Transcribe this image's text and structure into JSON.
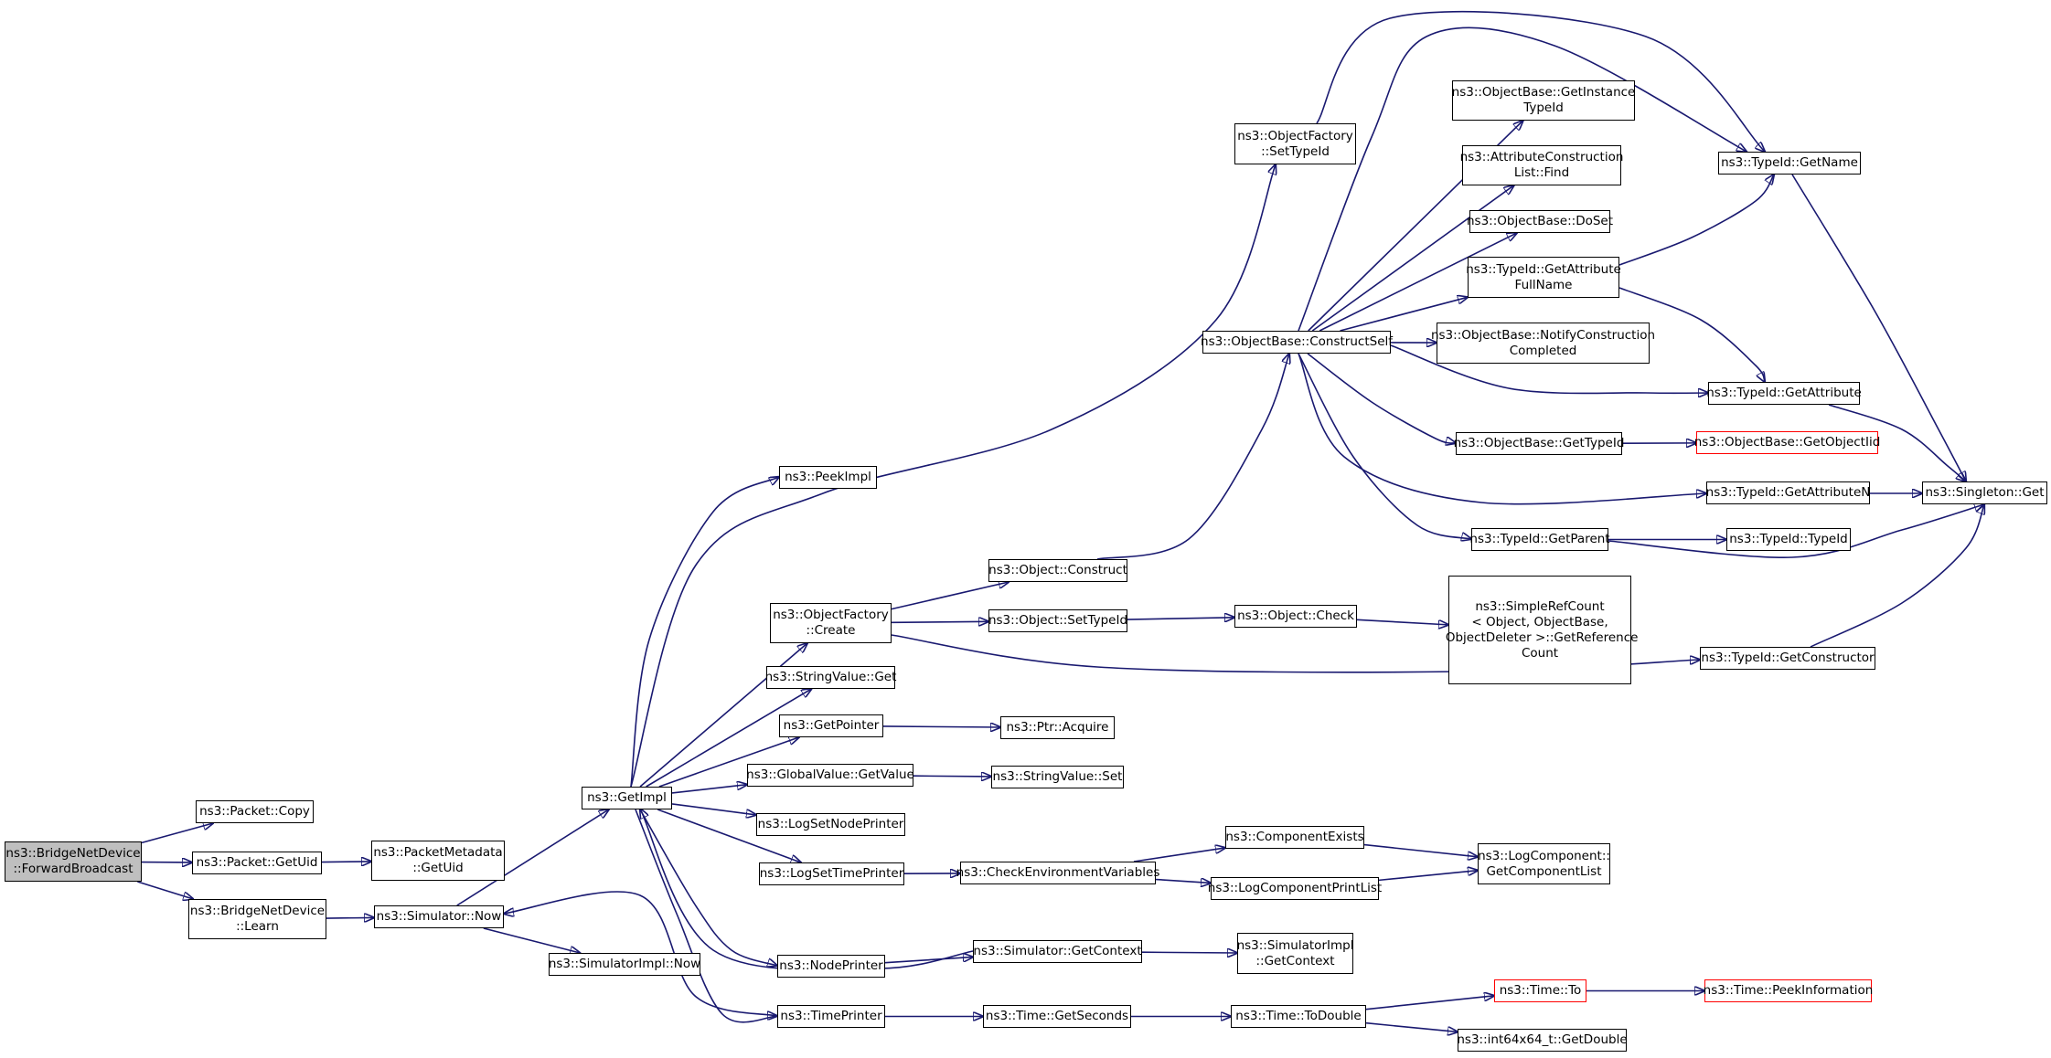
{
  "colors": {
    "edge": "#191970",
    "root_fill": "#bfbfbf",
    "truncated_border": "#ff0000"
  },
  "nodes": [
    {
      "id": "root",
      "label": "ns3::BridgeNetDevice\n::ForwardBroadcast",
      "style": "root"
    },
    {
      "id": "pcopy",
      "label": "ns3::Packet::Copy"
    },
    {
      "id": "pgetuid",
      "label": "ns3::Packet::GetUid"
    },
    {
      "id": "bnlearn",
      "label": "ns3::BridgeNetDevice\n::Learn"
    },
    {
      "id": "pmgetuid",
      "label": "ns3::PacketMetadata\n::GetUid"
    },
    {
      "id": "simnow",
      "label": "ns3::Simulator::Now"
    },
    {
      "id": "simimplnow",
      "label": "ns3::SimulatorImpl::Now"
    },
    {
      "id": "getimpl",
      "label": "ns3::GetImpl"
    },
    {
      "id": "peekimpl",
      "label": "ns3::PeekImpl"
    },
    {
      "id": "ofcreate",
      "label": "ns3::ObjectFactory\n::Create"
    },
    {
      "id": "svget",
      "label": "ns3::StringValue::Get"
    },
    {
      "id": "getptr",
      "label": "ns3::GetPointer"
    },
    {
      "id": "gvgetvalue",
      "label": "ns3::GlobalValue::GetValue"
    },
    {
      "id": "logsetnode",
      "label": "ns3::LogSetNodePrinter"
    },
    {
      "id": "logsettime",
      "label": "ns3::LogSetTimePrinter"
    },
    {
      "id": "nodeprinter",
      "label": "ns3::NodePrinter"
    },
    {
      "id": "timeprinter",
      "label": "ns3::TimePrinter"
    },
    {
      "id": "ofsettypeid",
      "label": "ns3::ObjectFactory\n::SetTypeId"
    },
    {
      "id": "objconstruct",
      "label": "ns3::Object::Construct"
    },
    {
      "id": "objsettypeid",
      "label": "ns3::Object::SetTypeId"
    },
    {
      "id": "ptracquire",
      "label": "ns3::Ptr::Acquire"
    },
    {
      "id": "svset",
      "label": "ns3::StringValue::Set"
    },
    {
      "id": "checkenv",
      "label": "ns3::CheckEnvironmentVariables"
    },
    {
      "id": "simgetctx",
      "label": "ns3::Simulator::GetContext"
    },
    {
      "id": "timegetsec",
      "label": "ns3::Time::GetSeconds"
    },
    {
      "id": "obconstructself",
      "label": "ns3::ObjectBase::ConstructSelf"
    },
    {
      "id": "objcheck",
      "label": "ns3::Object::Check"
    },
    {
      "id": "compexists",
      "label": "ns3::ComponentExists"
    },
    {
      "id": "logcompprint",
      "label": "ns3::LogComponentPrintList"
    },
    {
      "id": "simimplgetctx",
      "label": "ns3::SimulatorImpl\n::GetContext"
    },
    {
      "id": "timetodouble",
      "label": "ns3::Time::ToDouble"
    },
    {
      "id": "obgetinst",
      "label": "ns3::ObjectBase::GetInstance\nTypeId"
    },
    {
      "id": "attrconstfind",
      "label": "ns3::AttributeConstruction\nList::Find"
    },
    {
      "id": "obdoset",
      "label": "ns3::ObjectBase::DoSet"
    },
    {
      "id": "tidgetattrfull",
      "label": "ns3::TypeId::GetAttribute\nFullName"
    },
    {
      "id": "obnotify",
      "label": "ns3::ObjectBase::NotifyConstruction\nCompleted"
    },
    {
      "id": "obgettypeid",
      "label": "ns3::ObjectBase::GetTypeId"
    },
    {
      "id": "tidgetparent",
      "label": "ns3::TypeId::GetParent"
    },
    {
      "id": "simplerefcount",
      "label": "ns3::SimpleRefCount\n< Object, ObjectBase,\n ObjectDeleter >::GetReference\nCount"
    },
    {
      "id": "logcompget",
      "label": "ns3::LogComponent::\nGetComponentList"
    },
    {
      "id": "timeto",
      "label": "ns3::Time::To",
      "style": "truncated"
    },
    {
      "id": "int64getdouble",
      "label": "ns3::int64x64_t::GetDouble"
    },
    {
      "id": "tidgetname",
      "label": "ns3::TypeId::GetName"
    },
    {
      "id": "tidgetattr",
      "label": "ns3::TypeId::GetAttribute"
    },
    {
      "id": "obgetobjtid",
      "label": "ns3::ObjectBase::GetObjectIid",
      "style": "truncated"
    },
    {
      "id": "tidgetattrn",
      "label": "ns3::TypeId::GetAttributeN"
    },
    {
      "id": "tidtypeid",
      "label": "ns3::TypeId::TypeId"
    },
    {
      "id": "tidgetctor",
      "label": "ns3::TypeId::GetConstructor"
    },
    {
      "id": "timepeekinfo",
      "label": "ns3::Time::PeekInformation",
      "style": "truncated"
    },
    {
      "id": "singletonget",
      "label": "ns3::Singleton::Get"
    }
  ],
  "edges": [
    [
      "root",
      "pcopy"
    ],
    [
      "root",
      "pgetuid"
    ],
    [
      "root",
      "bnlearn"
    ],
    [
      "pgetuid",
      "pmgetuid"
    ],
    [
      "bnlearn",
      "simnow"
    ],
    [
      "simnow",
      "getimpl"
    ],
    [
      "simnow",
      "simimplnow"
    ],
    [
      "getimpl",
      "peekimpl"
    ],
    [
      "getimpl",
      "ofcreate"
    ],
    [
      "getimpl",
      "svget"
    ],
    [
      "getimpl",
      "getptr"
    ],
    [
      "getimpl",
      "gvgetvalue"
    ],
    [
      "getimpl",
      "logsetnode"
    ],
    [
      "getimpl",
      "logsettime"
    ],
    [
      "getimpl",
      "nodeprinter"
    ],
    [
      "getimpl",
      "timeprinter"
    ],
    [
      "getimpl",
      "ofsettypeid"
    ],
    [
      "ofsettypeid",
      "tidgetname"
    ],
    [
      "ofcreate",
      "objconstruct"
    ],
    [
      "ofcreate",
      "objsettypeid"
    ],
    [
      "ofcreate",
      "tidgetctor"
    ],
    [
      "objconstruct",
      "obconstructself"
    ],
    [
      "objsettypeid",
      "objcheck"
    ],
    [
      "objcheck",
      "simplerefcount"
    ],
    [
      "getptr",
      "ptracquire"
    ],
    [
      "gvgetvalue",
      "svset"
    ],
    [
      "logsettime",
      "checkenv"
    ],
    [
      "checkenv",
      "compexists"
    ],
    [
      "checkenv",
      "logcompprint"
    ],
    [
      "compexists",
      "logcompget"
    ],
    [
      "logcompprint",
      "logcompget"
    ],
    [
      "nodeprinter",
      "simgetctx"
    ],
    [
      "simgetctx",
      "getimpl"
    ],
    [
      "simgetctx",
      "simimplgetctx"
    ],
    [
      "timeprinter",
      "simnow"
    ],
    [
      "timeprinter",
      "timegetsec"
    ],
    [
      "timegetsec",
      "timetodouble"
    ],
    [
      "timetodouble",
      "timeto"
    ],
    [
      "timetodouble",
      "int64getdouble"
    ],
    [
      "timeto",
      "timepeekinfo"
    ],
    [
      "obconstructself",
      "obgetinst"
    ],
    [
      "obconstructself",
      "attrconstfind"
    ],
    [
      "obconstructself",
      "obdoset"
    ],
    [
      "obconstructself",
      "tidgetattrfull"
    ],
    [
      "obconstructself",
      "obnotify"
    ],
    [
      "obconstructself",
      "tidgetattr"
    ],
    [
      "obconstructself",
      "obgettypeid"
    ],
    [
      "obconstructself",
      "tidgetattrn"
    ],
    [
      "obconstructself",
      "tidgetparent"
    ],
    [
      "obconstructself",
      "tidgetname"
    ],
    [
      "tidgetattrfull",
      "tidgetname"
    ],
    [
      "tidgetattrfull",
      "tidgetattr"
    ],
    [
      "obgettypeid",
      "obgetobjtid"
    ],
    [
      "tidgetparent",
      "tidtypeid"
    ],
    [
      "tidgetparent",
      "singletonget"
    ],
    [
      "tidgetname",
      "singletonget"
    ],
    [
      "tidgetattr",
      "singletonget"
    ],
    [
      "tidgetattrn",
      "singletonget"
    ],
    [
      "tidgetctor",
      "singletonget"
    ]
  ]
}
